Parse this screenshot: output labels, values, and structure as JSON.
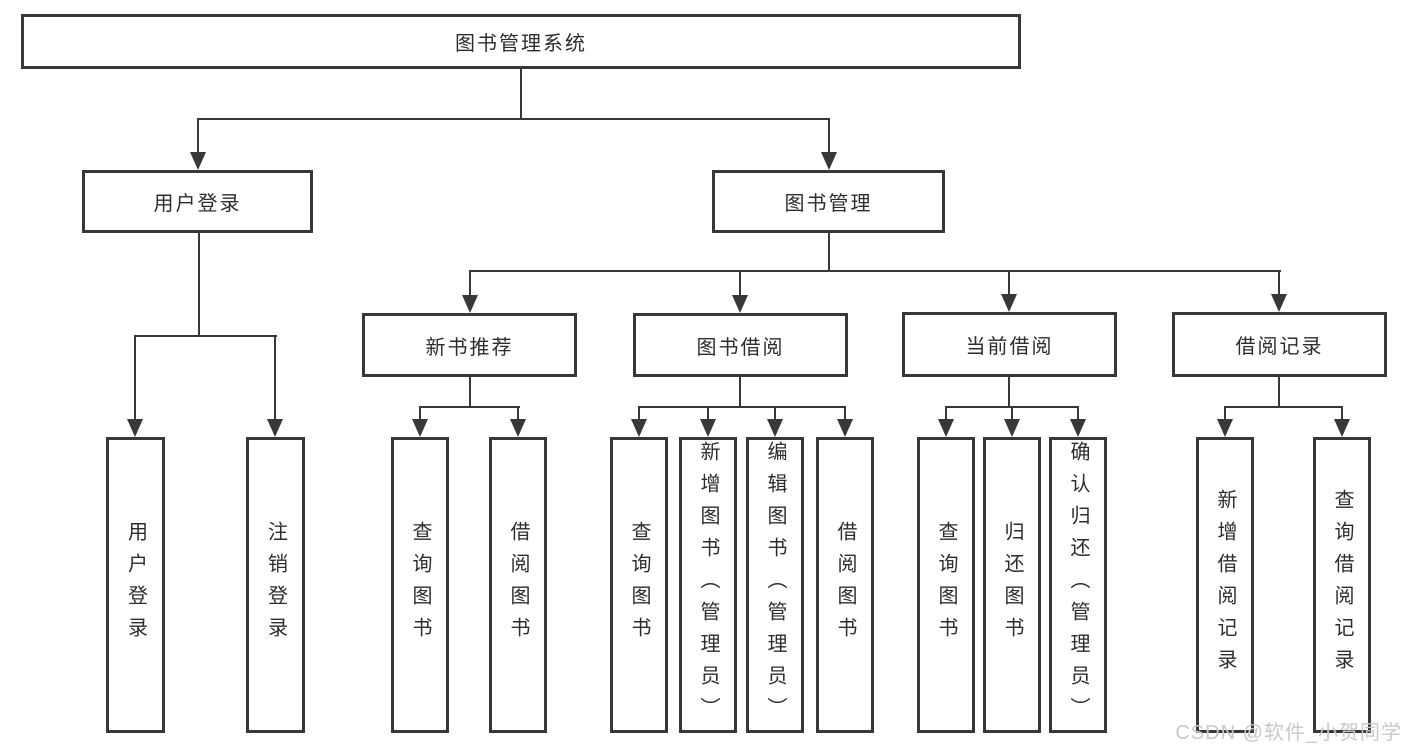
{
  "root": {
    "label": "图书管理系统"
  },
  "branches": [
    {
      "label": "用户登录",
      "children": [
        {
          "label": "用户登录"
        },
        {
          "label": "注销登录"
        }
      ]
    },
    {
      "label": "图书管理",
      "children": [
        {
          "label": "新书推荐",
          "children": [
            {
              "label": "查询图书"
            },
            {
              "label": "借阅图书"
            }
          ]
        },
        {
          "label": "图书借阅",
          "children": [
            {
              "label": "查询图书"
            },
            {
              "label": "新增图书（管理员）"
            },
            {
              "label": "编辑图书（管理员）"
            },
            {
              "label": "借阅图书"
            }
          ]
        },
        {
          "label": "当前借阅",
          "children": [
            {
              "label": "查询图书"
            },
            {
              "label": "归还图书"
            },
            {
              "label": "确认归还（管理员）"
            }
          ]
        },
        {
          "label": "借阅记录",
          "children": [
            {
              "label": "新增借阅记录"
            },
            {
              "label": "查询借阅记录"
            }
          ]
        }
      ]
    }
  ],
  "watermark": {
    "text": "CSDN @软件_小贺同学"
  },
  "colors": {
    "line": "#383838",
    "text": "#2d2d2d",
    "watermark": "#c6c9ce",
    "background": "#ffffff"
  }
}
